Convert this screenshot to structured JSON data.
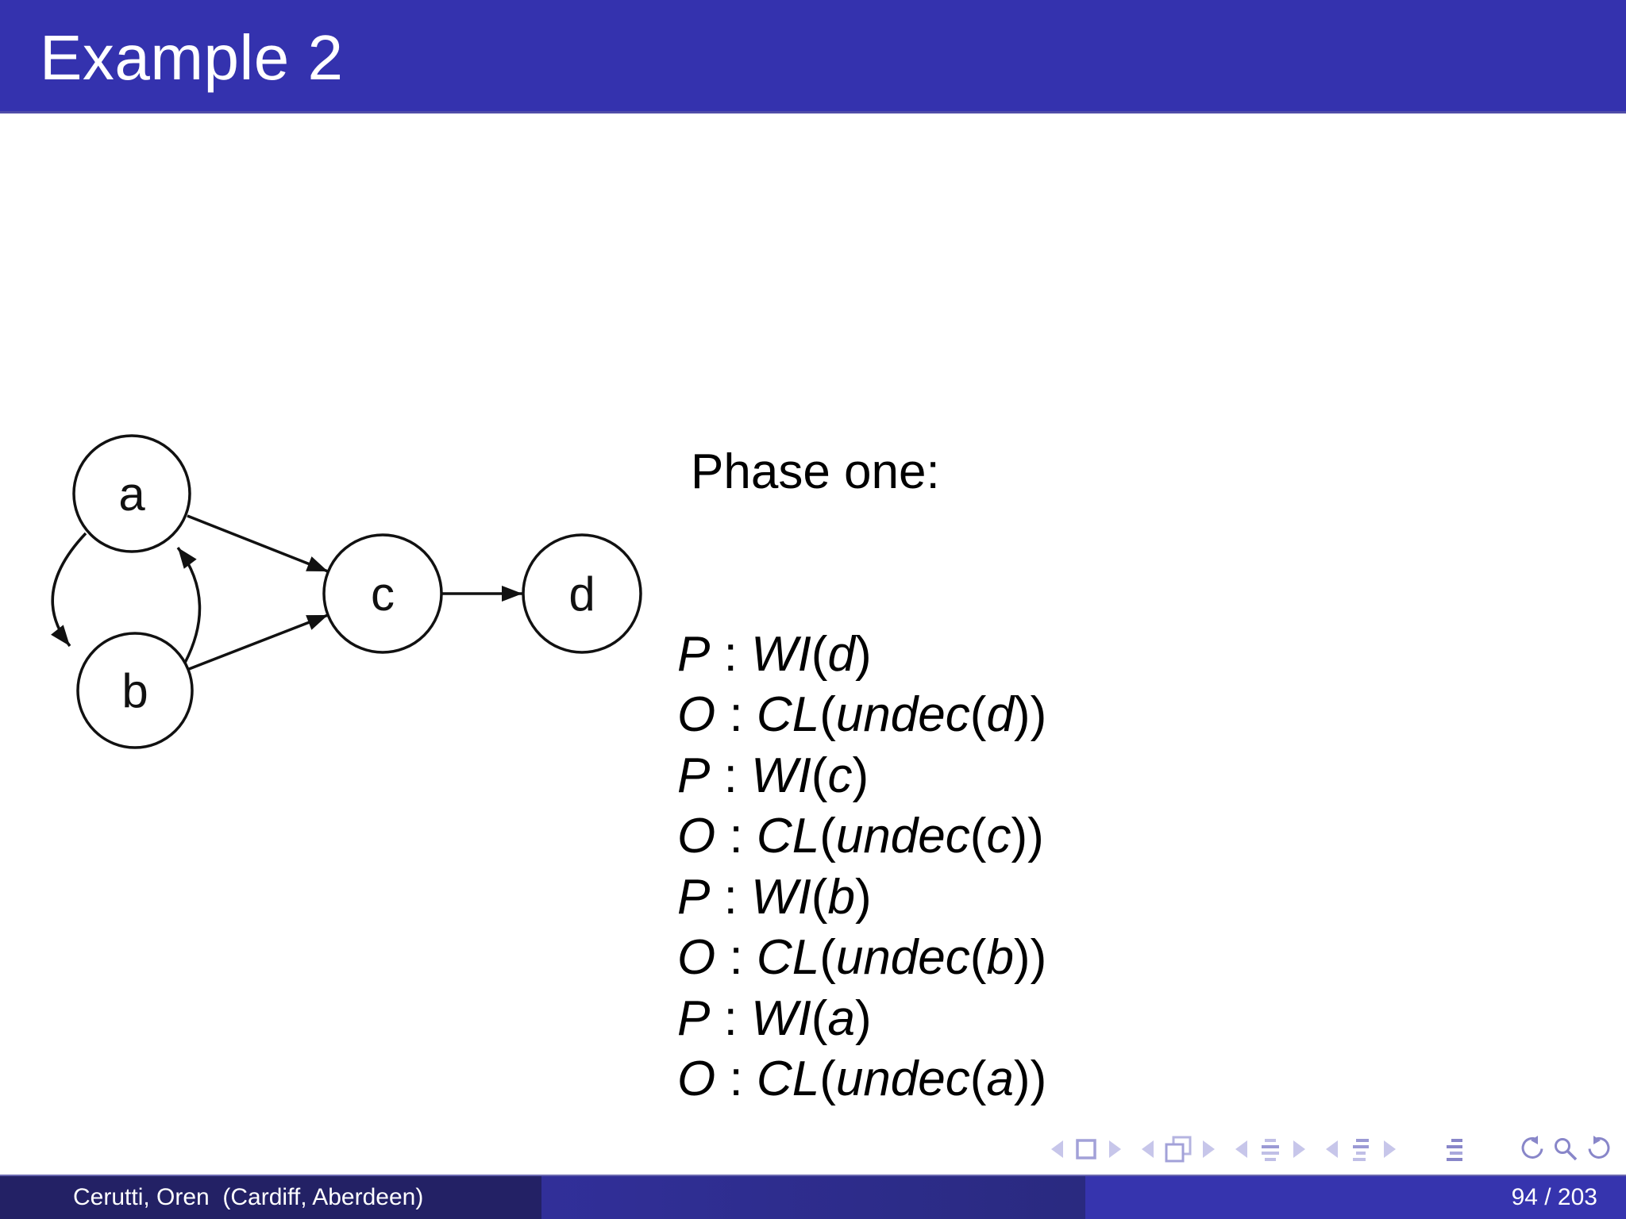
{
  "slide": {
    "title": "Example 2",
    "footer_author": "Cerutti, Oren  (Cardiff, Aberdeen)",
    "footer_page": "94 / 203"
  },
  "colors": {
    "structure_blue": "#3432ae",
    "footer_author_bg": "#232165",
    "footer_middle_left": "#312f99",
    "footer_middle_right": "#2a2a80",
    "footer_page_bg": "#3634ae",
    "nav_icon": "#a2a1d8",
    "text": "#111111"
  },
  "graph": {
    "nodes": [
      "a",
      "b",
      "c",
      "d"
    ],
    "edges": [
      {
        "from": "a",
        "to": "c"
      },
      {
        "from": "b",
        "to": "c"
      },
      {
        "from": "a",
        "to": "b"
      },
      {
        "from": "b",
        "to": "a"
      },
      {
        "from": "c",
        "to": "d"
      }
    ]
  },
  "proof": {
    "heading": "Phase one:",
    "lines": [
      [
        {
          "t": "P",
          "i": 1
        },
        {
          "t": " : ",
          "i": 0
        },
        {
          "t": "WI",
          "i": 1
        },
        {
          "t": "(",
          "i": 0
        },
        {
          "t": "d",
          "i": 1
        },
        {
          "t": ")",
          "i": 0
        }
      ],
      [
        {
          "t": "O",
          "i": 1
        },
        {
          "t": " : ",
          "i": 0
        },
        {
          "t": "CL",
          "i": 1
        },
        {
          "t": "(",
          "i": 0
        },
        {
          "t": "undec",
          "i": 1
        },
        {
          "t": "(",
          "i": 0
        },
        {
          "t": "d",
          "i": 1
        },
        {
          "t": "))",
          "i": 0
        }
      ],
      [
        {
          "t": "P",
          "i": 1
        },
        {
          "t": " : ",
          "i": 0
        },
        {
          "t": "WI",
          "i": 1
        },
        {
          "t": "(",
          "i": 0
        },
        {
          "t": "c",
          "i": 1
        },
        {
          "t": ")",
          "i": 0
        }
      ],
      [
        {
          "t": "O",
          "i": 1
        },
        {
          "t": " : ",
          "i": 0
        },
        {
          "t": "CL",
          "i": 1
        },
        {
          "t": "(",
          "i": 0
        },
        {
          "t": "undec",
          "i": 1
        },
        {
          "t": "(",
          "i": 0
        },
        {
          "t": "c",
          "i": 1
        },
        {
          "t": "))",
          "i": 0
        }
      ],
      [
        {
          "t": "P",
          "i": 1
        },
        {
          "t": " : ",
          "i": 0
        },
        {
          "t": "WI",
          "i": 1
        },
        {
          "t": "(",
          "i": 0
        },
        {
          "t": "b",
          "i": 1
        },
        {
          "t": ")",
          "i": 0
        }
      ],
      [
        {
          "t": "O",
          "i": 1
        },
        {
          "t": " : ",
          "i": 0
        },
        {
          "t": "CL",
          "i": 1
        },
        {
          "t": "(",
          "i": 0
        },
        {
          "t": "undec",
          "i": 1
        },
        {
          "t": "(",
          "i": 0
        },
        {
          "t": "b",
          "i": 1
        },
        {
          "t": "))",
          "i": 0
        }
      ],
      [
        {
          "t": "P",
          "i": 1
        },
        {
          "t": " : ",
          "i": 0
        },
        {
          "t": "WI",
          "i": 1
        },
        {
          "t": "(",
          "i": 0
        },
        {
          "t": "a",
          "i": 1
        },
        {
          "t": ")",
          "i": 0
        }
      ],
      [
        {
          "t": "O",
          "i": 1
        },
        {
          "t": " : ",
          "i": 0
        },
        {
          "t": "CL",
          "i": 1
        },
        {
          "t": "(",
          "i": 0
        },
        {
          "t": "undec",
          "i": 1
        },
        {
          "t": "(",
          "i": 0
        },
        {
          "t": "a",
          "i": 1
        },
        {
          "t": "))",
          "i": 0
        }
      ]
    ]
  },
  "nav": {
    "icons": [
      "prev-slide",
      "slide",
      "next-slide",
      "prev-frame",
      "frame",
      "next-frame",
      "prev-subsection",
      "subsection",
      "next-subsection",
      "prev-section",
      "section",
      "next-section",
      "appendix",
      "back-history",
      "search",
      "forward-history"
    ]
  }
}
